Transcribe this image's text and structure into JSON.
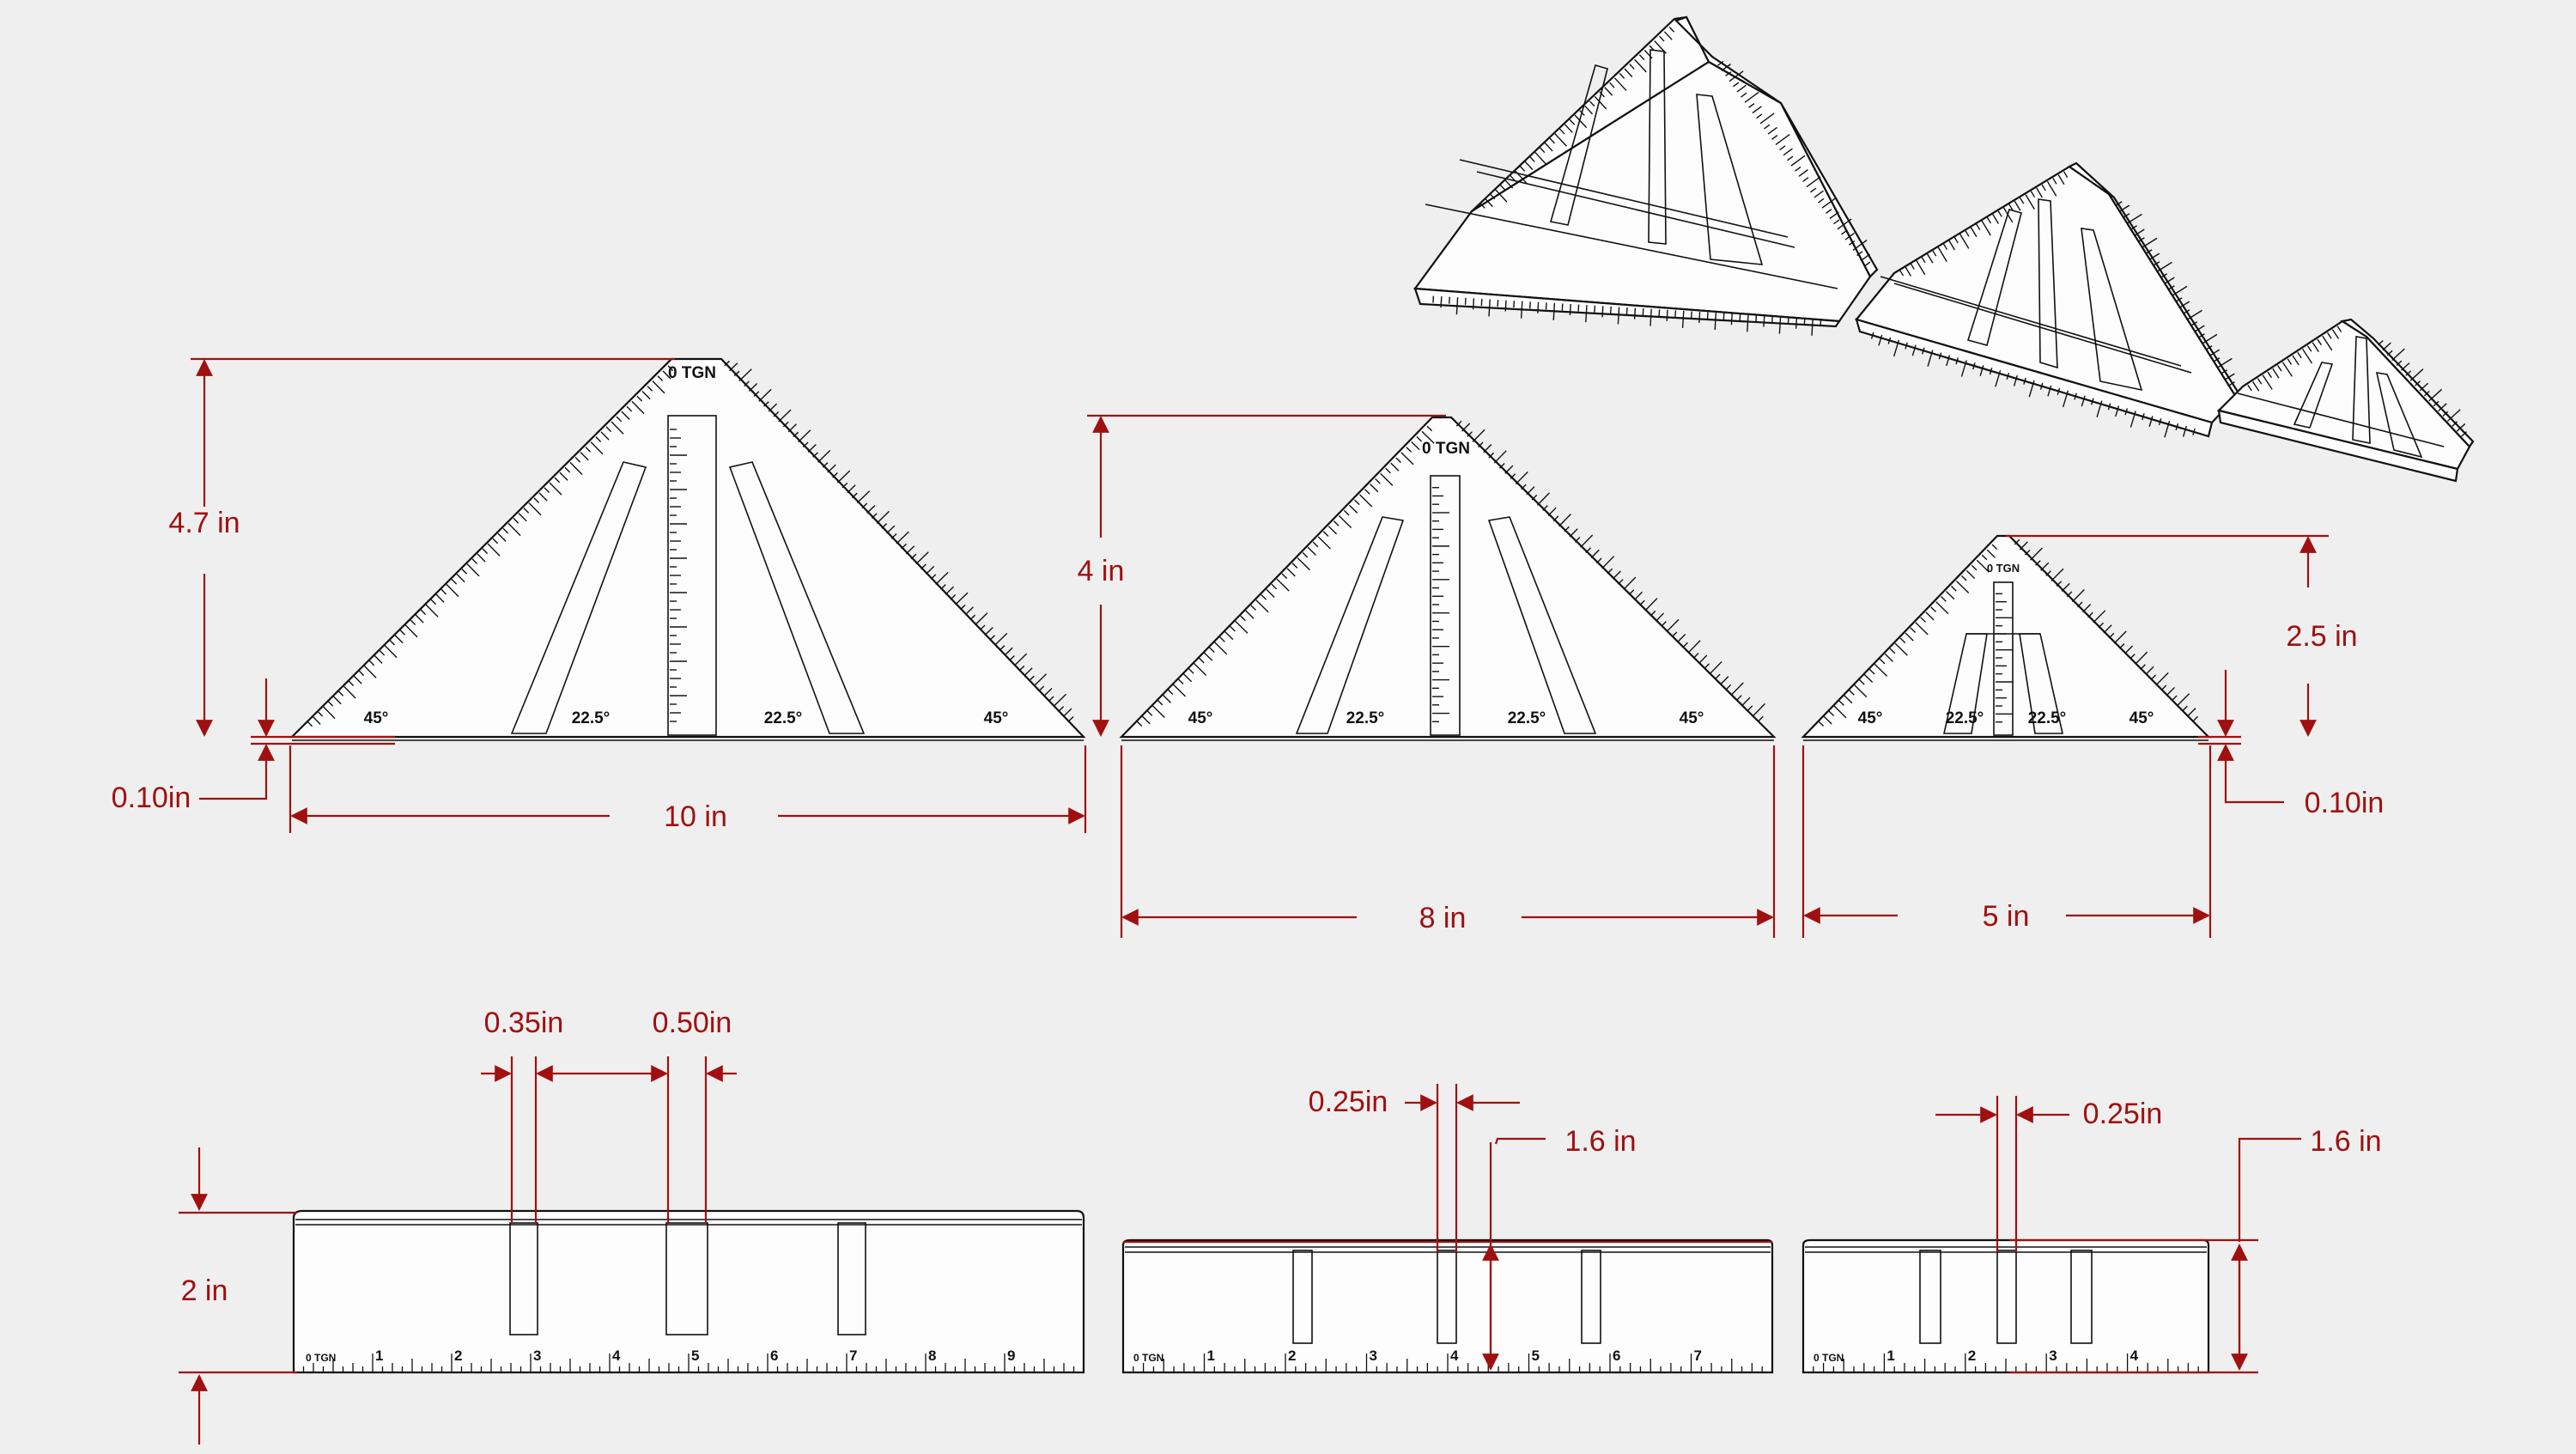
{
  "colors": {
    "dimension": "#a01010",
    "line": "#111111",
    "background": "#efefef"
  },
  "front_views": {
    "large": {
      "height_label": "4.7 in",
      "width_label": "10 in",
      "base_label": "0.10in",
      "angle_outer": "45°",
      "angle_inner": "22.5°"
    },
    "medium": {
      "height_label": "4 in",
      "width_label": "8 in",
      "angle_outer": "45°",
      "angle_inner": "22.5°"
    },
    "small": {
      "height_label": "2.5 in",
      "width_label": "5 in",
      "base_label": "0.10in",
      "angle_outer": "45°",
      "angle_inner": "22.5°"
    }
  },
  "side_views": {
    "large": {
      "slot_a_label": "0.35in",
      "slot_b_label": "0.50in",
      "height_label": "2 in",
      "ruler_numbers": [
        "1",
        "2",
        "3",
        "4",
        "5",
        "6",
        "7",
        "8",
        "9"
      ]
    },
    "medium": {
      "slot_label": "0.25in",
      "depth_label": "1.6 in",
      "ruler_numbers": [
        "1",
        "2",
        "3",
        "4",
        "5",
        "6",
        "7"
      ]
    },
    "small": {
      "slot_label": "0.25in",
      "depth_label": "1.6 in",
      "ruler_numbers": [
        "1",
        "2",
        "3",
        "4"
      ]
    }
  },
  "perspective": {
    "count": 3
  }
}
